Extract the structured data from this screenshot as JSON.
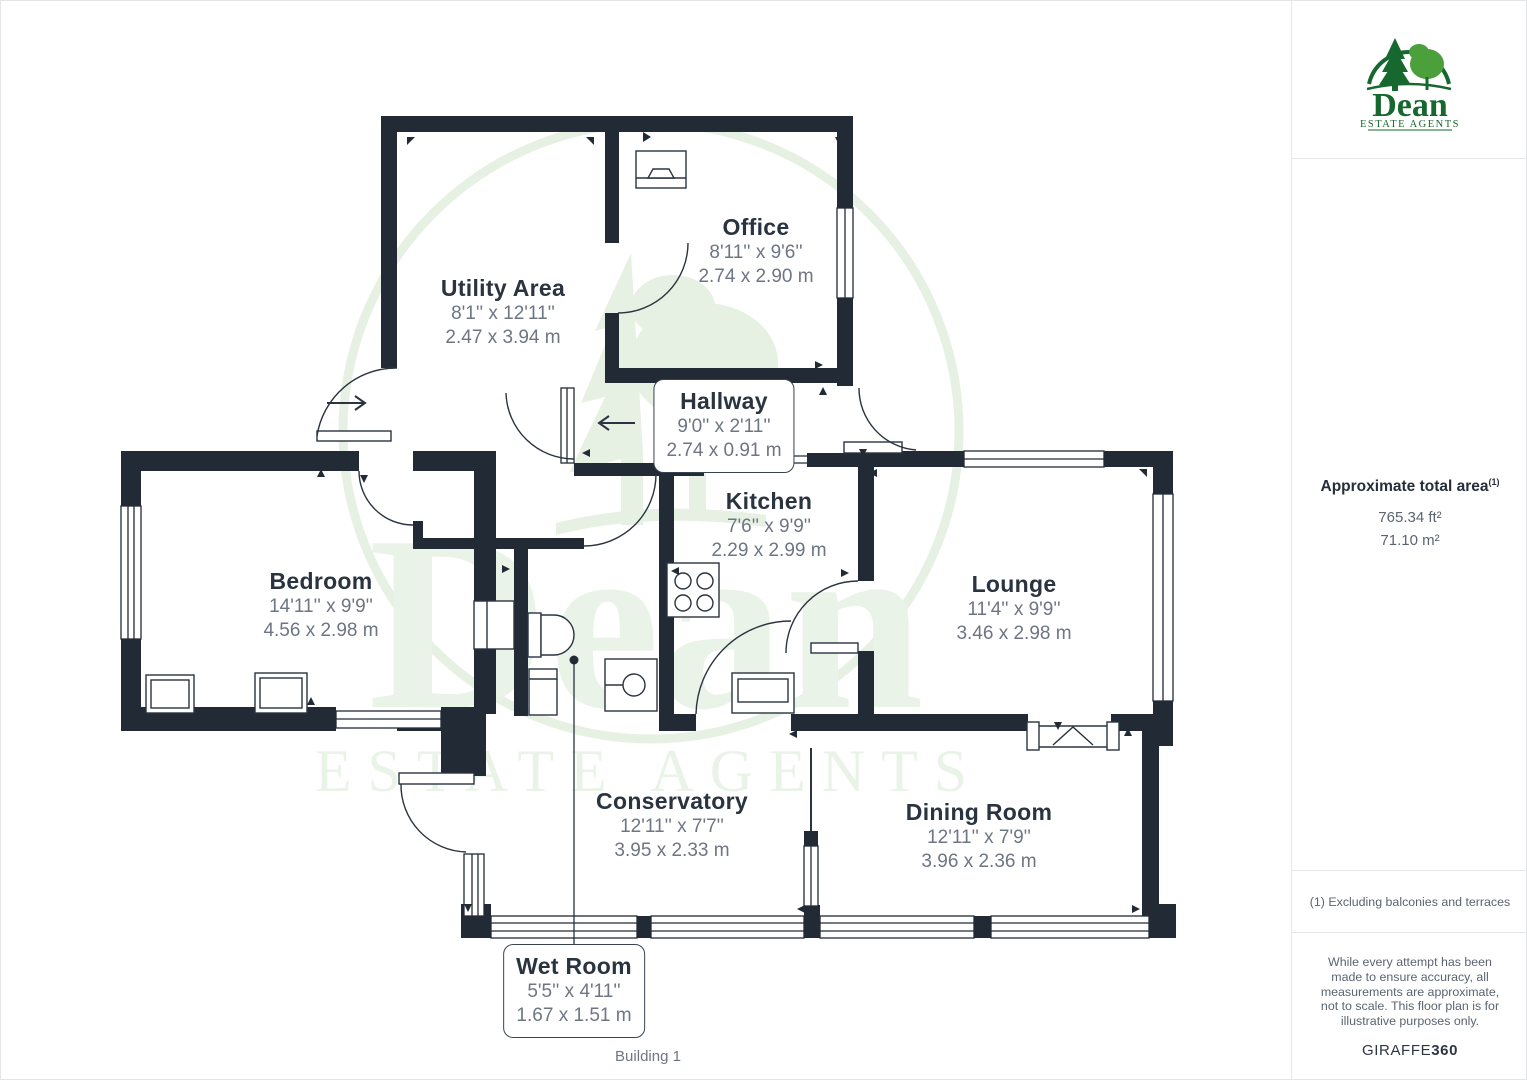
{
  "floorplan": {
    "building_label": "Building 1",
    "watermark": {
      "brand": "Dean",
      "tagline": "ESTATE AGENTS"
    },
    "rooms": [
      {
        "id": "utility-area",
        "name": "Utility Area",
        "imperial": "8'1'' x 12'11''",
        "metric": "2.47 x 3.94 m"
      },
      {
        "id": "office",
        "name": "Office",
        "imperial": "8'11'' x 9'6''",
        "metric": "2.74 x 2.90 m"
      },
      {
        "id": "hallway",
        "name": "Hallway",
        "imperial": "9'0'' x 2'11''",
        "metric": "2.74 x 0.91 m"
      },
      {
        "id": "kitchen",
        "name": "Kitchen",
        "imperial": "7'6'' x 9'9''",
        "metric": "2.29 x 2.99 m"
      },
      {
        "id": "bedroom",
        "name": "Bedroom",
        "imperial": "14'11'' x 9'9''",
        "metric": "4.56 x 2.98 m"
      },
      {
        "id": "lounge",
        "name": "Lounge",
        "imperial": "11'4'' x 9'9''",
        "metric": "3.46 x 2.98 m"
      },
      {
        "id": "conservatory",
        "name": "Conservatory",
        "imperial": "12'11'' x 7'7''",
        "metric": "3.95 x 2.33 m"
      },
      {
        "id": "dining-room",
        "name": "Dining Room",
        "imperial": "12'11'' x 7'9''",
        "metric": "3.96 x 2.36 m"
      },
      {
        "id": "wet-room",
        "name": "Wet Room",
        "imperial": "5'5'' x 4'11''",
        "metric": "1.67 x 1.51 m"
      }
    ]
  },
  "sidebar": {
    "logo": {
      "brand": "Dean",
      "tagline": "ESTATE AGENTS"
    },
    "area": {
      "title": "Approximate total area",
      "superscript": "(1)",
      "imperial": "765.34 ft²",
      "metric": "71.10 m²"
    },
    "footnote": "(1) Excluding balconies and terraces",
    "disclaimer": "While every attempt has been made to ensure accuracy, all measurements are approximate, not to scale. This floor plan is for illustrative purposes only.",
    "provider": {
      "name": "GIRAFFE",
      "suffix": "360"
    }
  },
  "colors": {
    "wall": "#222a36",
    "room_name": "#2a3340",
    "dimension": "#6e7583",
    "watermark_green": "#e7f1e3",
    "logo_green": "#17682e",
    "logo_light_green": "#4ba03c",
    "divider": "#e6e7ea"
  }
}
